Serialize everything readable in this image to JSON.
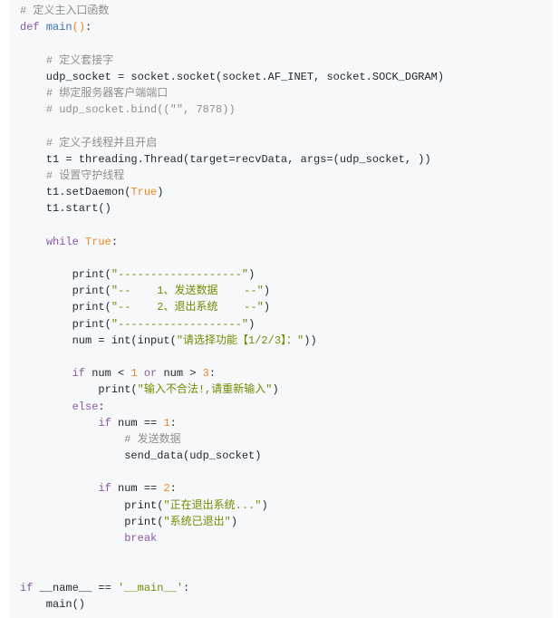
{
  "code": {
    "language": "python",
    "colors": {
      "background": "#f6f8fa",
      "comment": "#8e908c",
      "keyword": "#8959a8",
      "string": "#718c00",
      "number": "#f5871f",
      "builtin": "#4271ae",
      "text": "#24292e"
    },
    "lines": [
      [
        {
          "t": "comment",
          "v": "# 定义主入口函数"
        }
      ],
      [
        {
          "t": "keyword",
          "v": "def "
        },
        {
          "t": "builtin",
          "v": "main"
        },
        {
          "t": "paren",
          "v": "()"
        },
        {
          "t": "plain",
          "v": ":"
        }
      ],
      [],
      [
        {
          "t": "plain",
          "v": "    "
        },
        {
          "t": "comment",
          "v": "# 定义套接字"
        }
      ],
      [
        {
          "t": "plain",
          "v": "    udp_socket = socket.socket(socket.AF_INET, socket.SOCK_DGRAM)"
        }
      ],
      [
        {
          "t": "plain",
          "v": "    "
        },
        {
          "t": "comment",
          "v": "# 绑定服务器客户端端口"
        }
      ],
      [
        {
          "t": "plain",
          "v": "    "
        },
        {
          "t": "comment",
          "v": "# udp_socket.bind((\"\", 7878))"
        }
      ],
      [],
      [
        {
          "t": "plain",
          "v": "    "
        },
        {
          "t": "comment",
          "v": "# 定义子线程并且开启"
        }
      ],
      [
        {
          "t": "plain",
          "v": "    t1 = threading.Thread(target=recvData, args=(udp_socket, ))"
        }
      ],
      [
        {
          "t": "plain",
          "v": "    "
        },
        {
          "t": "comment",
          "v": "# 设置守护线程"
        }
      ],
      [
        {
          "t": "plain",
          "v": "    t1.setDaemon("
        },
        {
          "t": "number",
          "v": "True"
        },
        {
          "t": "plain",
          "v": ")"
        }
      ],
      [
        {
          "t": "plain",
          "v": "    t1.start()"
        }
      ],
      [],
      [
        {
          "t": "plain",
          "v": "    "
        },
        {
          "t": "keyword",
          "v": "while "
        },
        {
          "t": "number",
          "v": "True"
        },
        {
          "t": "plain",
          "v": ":"
        }
      ],
      [],
      [
        {
          "t": "plain",
          "v": "        print("
        },
        {
          "t": "string",
          "v": "\"-------------------\""
        },
        {
          "t": "plain",
          "v": ")"
        }
      ],
      [
        {
          "t": "plain",
          "v": "        print("
        },
        {
          "t": "string",
          "v": "\"--    1、发送数据    --\""
        },
        {
          "t": "plain",
          "v": ")"
        }
      ],
      [
        {
          "t": "plain",
          "v": "        print("
        },
        {
          "t": "string",
          "v": "\"--    2、退出系统    --\""
        },
        {
          "t": "plain",
          "v": ")"
        }
      ],
      [
        {
          "t": "plain",
          "v": "        print("
        },
        {
          "t": "string",
          "v": "\"-------------------\""
        },
        {
          "t": "plain",
          "v": ")"
        }
      ],
      [
        {
          "t": "plain",
          "v": "        num = int(input("
        },
        {
          "t": "string",
          "v": "\"请选择功能【1/2/3】：\""
        },
        {
          "t": "plain",
          "v": "))"
        }
      ],
      [],
      [
        {
          "t": "plain",
          "v": "        "
        },
        {
          "t": "keyword",
          "v": "if "
        },
        {
          "t": "plain",
          "v": "num < "
        },
        {
          "t": "number",
          "v": "1 "
        },
        {
          "t": "keyword",
          "v": "or "
        },
        {
          "t": "plain",
          "v": "num > "
        },
        {
          "t": "number",
          "v": "3"
        },
        {
          "t": "plain",
          "v": ":"
        }
      ],
      [
        {
          "t": "plain",
          "v": "            print("
        },
        {
          "t": "string",
          "v": "\"输入不合法!,请重新输入\""
        },
        {
          "t": "plain",
          "v": ")"
        }
      ],
      [
        {
          "t": "plain",
          "v": "        "
        },
        {
          "t": "keyword",
          "v": "else"
        },
        {
          "t": "plain",
          "v": ":"
        }
      ],
      [
        {
          "t": "plain",
          "v": "            "
        },
        {
          "t": "keyword",
          "v": "if "
        },
        {
          "t": "plain",
          "v": "num == "
        },
        {
          "t": "number",
          "v": "1"
        },
        {
          "t": "plain",
          "v": ":"
        }
      ],
      [
        {
          "t": "plain",
          "v": "                "
        },
        {
          "t": "comment",
          "v": "# 发送数据"
        }
      ],
      [
        {
          "t": "plain",
          "v": "                send_data(udp_socket)"
        }
      ],
      [],
      [
        {
          "t": "plain",
          "v": "            "
        },
        {
          "t": "keyword",
          "v": "if "
        },
        {
          "t": "plain",
          "v": "num == "
        },
        {
          "t": "number",
          "v": "2"
        },
        {
          "t": "plain",
          "v": ":"
        }
      ],
      [
        {
          "t": "plain",
          "v": "                print("
        },
        {
          "t": "string",
          "v": "\"正在退出系统...\""
        },
        {
          "t": "plain",
          "v": ")"
        }
      ],
      [
        {
          "t": "plain",
          "v": "                print("
        },
        {
          "t": "string",
          "v": "\"系统已退出\""
        },
        {
          "t": "plain",
          "v": ")"
        }
      ],
      [
        {
          "t": "plain",
          "v": "                "
        },
        {
          "t": "keyword",
          "v": "break"
        }
      ],
      [],
      [],
      [
        {
          "t": "keyword",
          "v": "if "
        },
        {
          "t": "plain",
          "v": "__name__ == "
        },
        {
          "t": "string",
          "v": "'__main__'"
        },
        {
          "t": "plain",
          "v": ":"
        }
      ],
      [
        {
          "t": "plain",
          "v": "    main()"
        }
      ]
    ]
  }
}
